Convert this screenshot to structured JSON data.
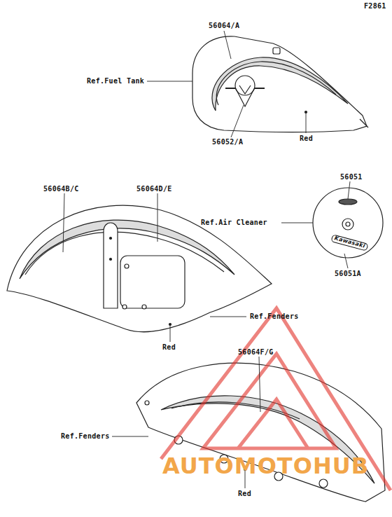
{
  "diagram": {
    "labels": [
      "F2861",
      "56064/A",
      "Ref.Fuel Tank",
      "56052/A",
      "Red",
      "56051",
      "Ref.Air Cleaner",
      "56051A",
      "56064B/C",
      "56064D/E",
      "Ref.Fenders",
      "Red",
      "56064F/G",
      "Ref.Fenders",
      "Red",
      "Kawasaki",
      "AUTOMOTOHUB"
    ]
  }
}
